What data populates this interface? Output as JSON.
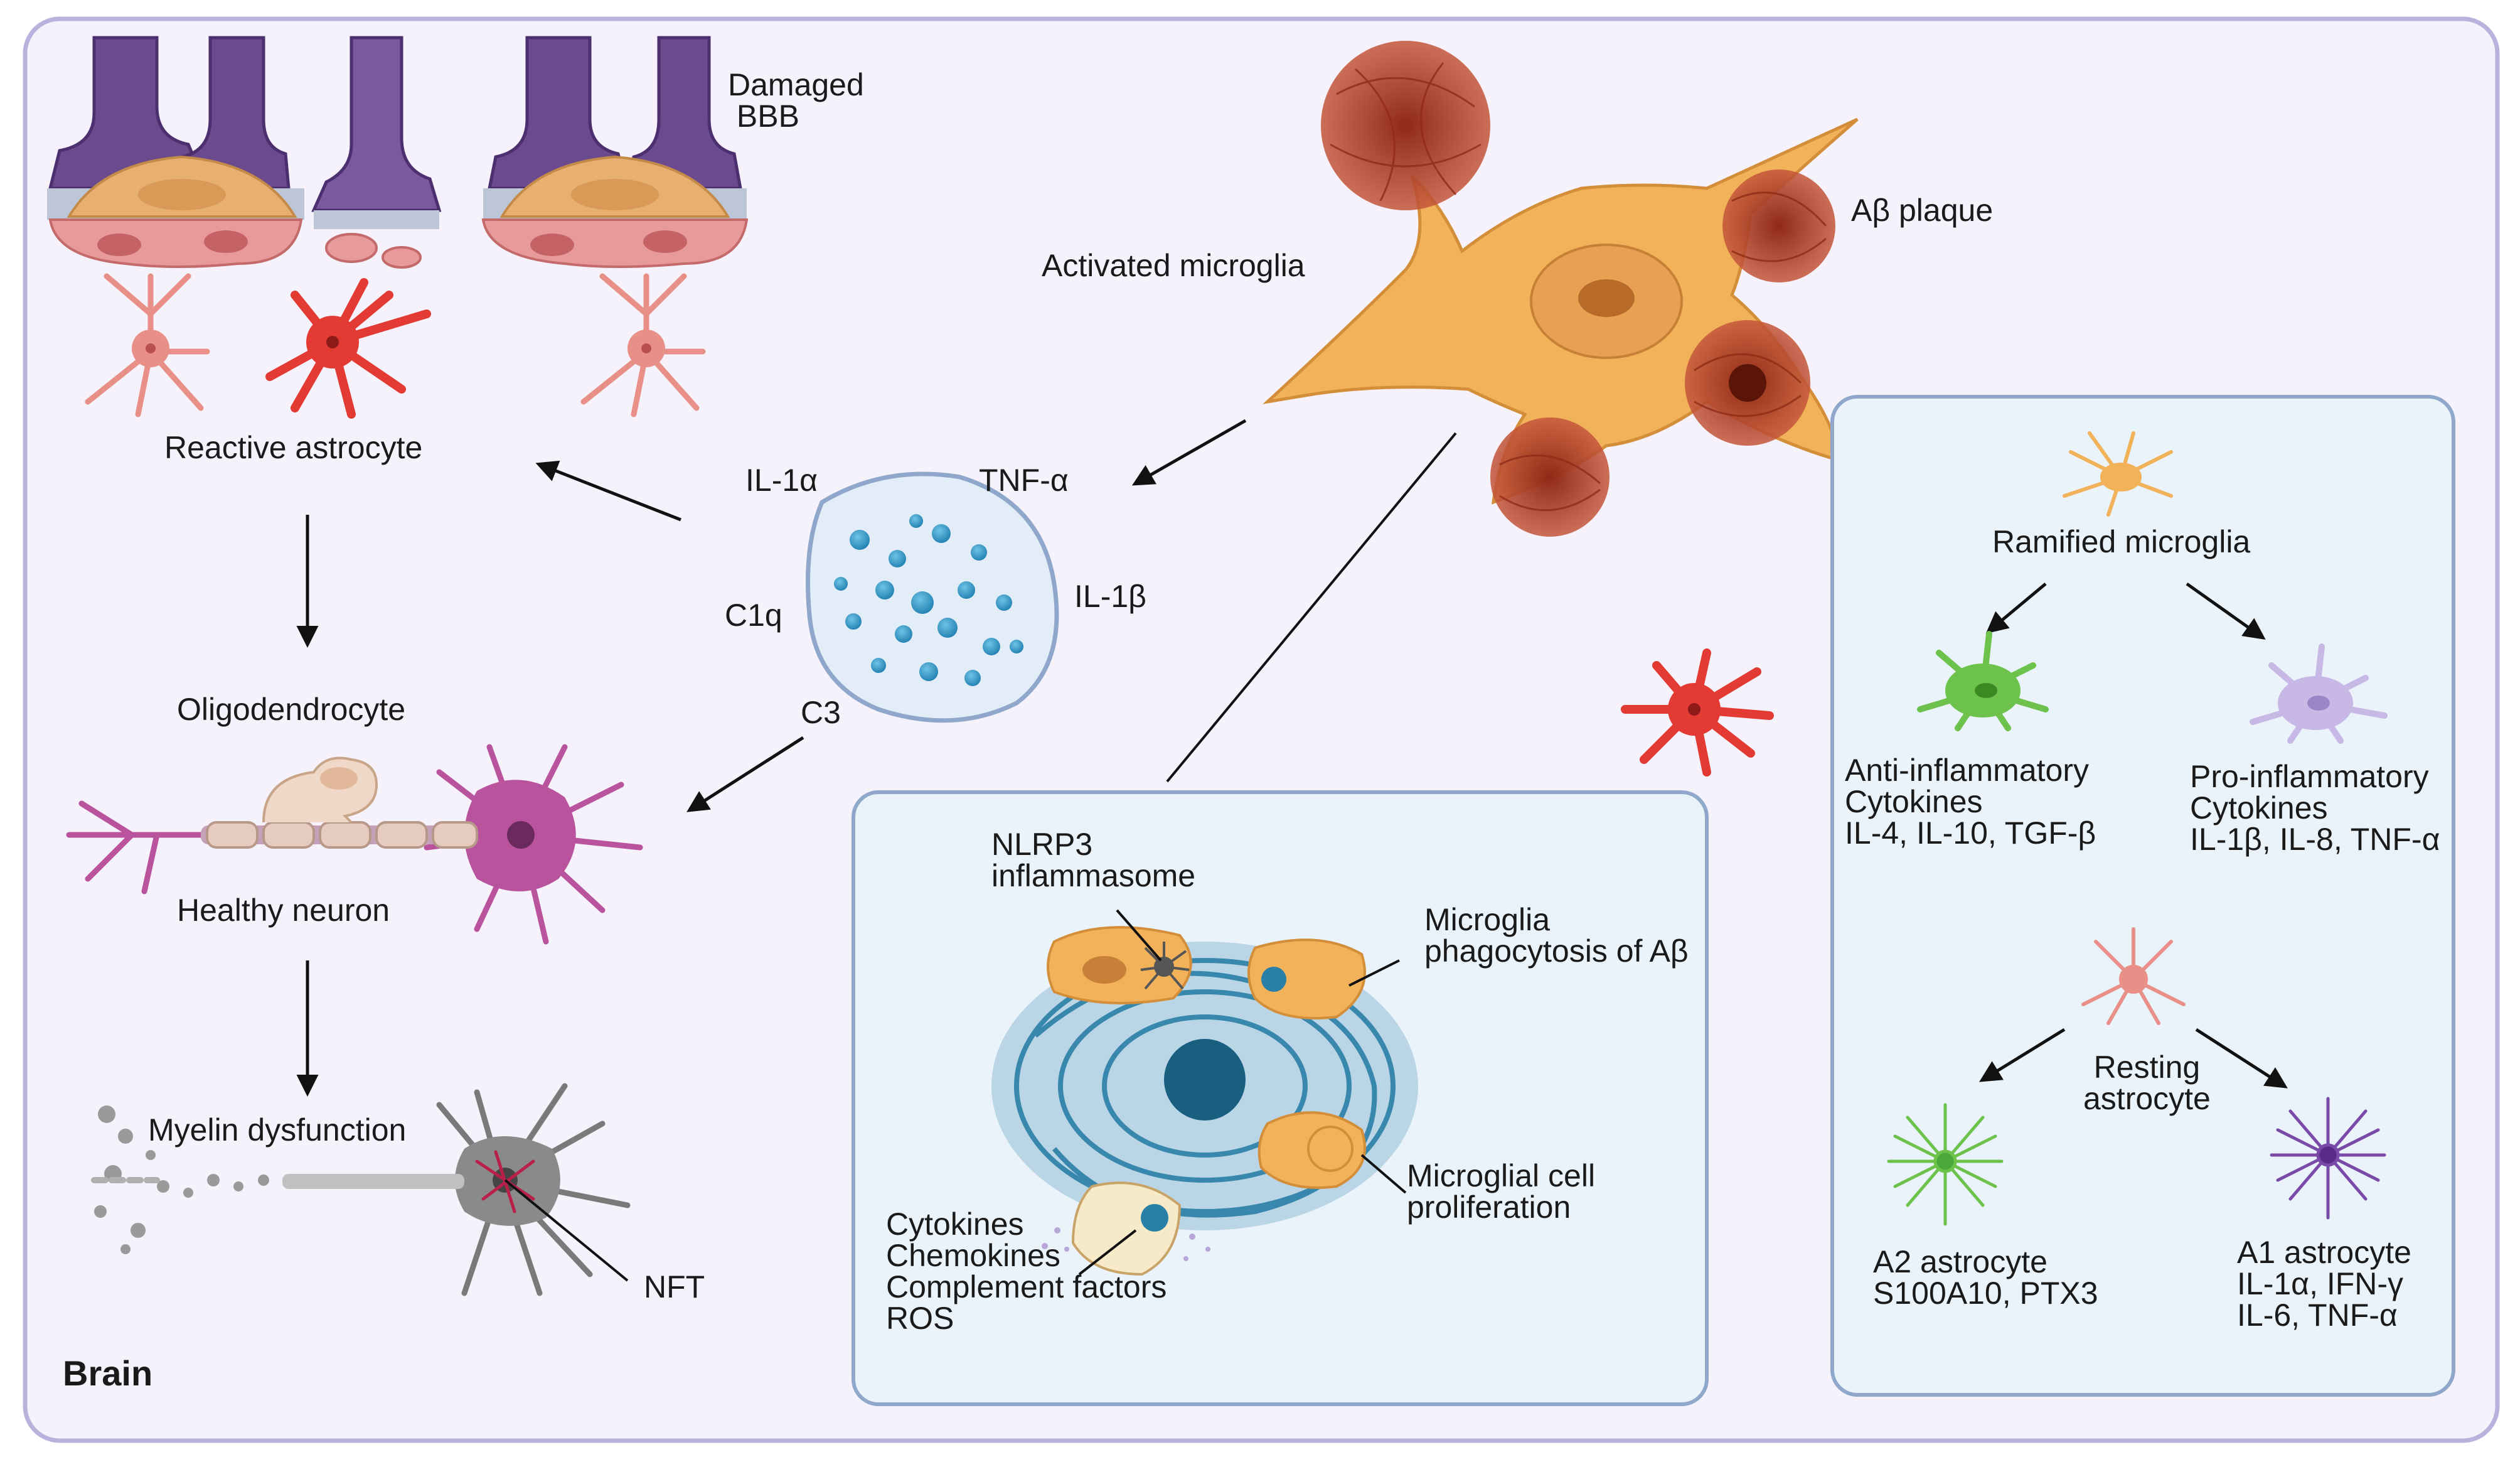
{
  "frame": {
    "bg": "#f5f2fb",
    "border": "#b7b3dc"
  },
  "colors": {
    "microglia": "#f2b25a",
    "microglia_light": "#f6c685",
    "plaque": "#b8472a",
    "astrocyte_red": "#e33a34",
    "astrocyte_pink": "#e89088",
    "neuron_purple": "#b9539d",
    "neuron_gray": "#7a7a7a",
    "vessel": "#6b4a8e",
    "cytokine": "#2d94c2",
    "green": "#6cc24a",
    "lavender": "#c7b8e6",
    "violet": "#7a4aa8",
    "panel_bg": "#eaf2fa",
    "panel_border": "#8fa7cb"
  },
  "icons": [
    "blood-vessel-icon",
    "astrocyte-icon",
    "microglia-icon",
    "amyloid-plaque-icon",
    "neuron-icon",
    "oligodendrocyte-icon",
    "cytokine-vesicle-icon",
    "inflammasome-icon"
  ],
  "labels": {
    "damaged_bbb": "Damaged\n BBB",
    "reactive_astrocyte": "Reactive astrocyte",
    "oligodendrocyte": "Oligodendrocyte",
    "healthy_neuron": "Healthy neuron",
    "myelin_dysfunction": "Myelin dysfunction",
    "nft": "NFT",
    "brain": "Brain",
    "activated_microglia": "Activated microglia",
    "abeta_plaque": "Aβ plaque",
    "il1a": "IL-1α",
    "tnfa": "TNF-α",
    "c1q": "C1q",
    "il1b": "IL-1β",
    "c3": "C3"
  },
  "center_panel": {
    "nlrp3": "NLRP3\ninflammasome",
    "phagocytosis": "Microglia\nphagocytosis of Aβ",
    "proliferation": "Microglial cell\nproliferation",
    "factors": "Cytokines\nChemokines\nComplement factors\nROS"
  },
  "right_panel": {
    "ramified": "Ramified microglia",
    "anti": "Anti-inflammatory\nCytokines\nIL-4, IL-10, TGF-β",
    "pro": "Pro-inflammatory\nCytokines\nIL-1β, IL-8, TNF-α",
    "resting": "Resting\nastrocyte",
    "a2": "A2 astrocyte\nS100A10, PTX3",
    "a1": "A1 astrocyte\nIL-1α, IFN-γ\nIL-6, TNF-α"
  }
}
